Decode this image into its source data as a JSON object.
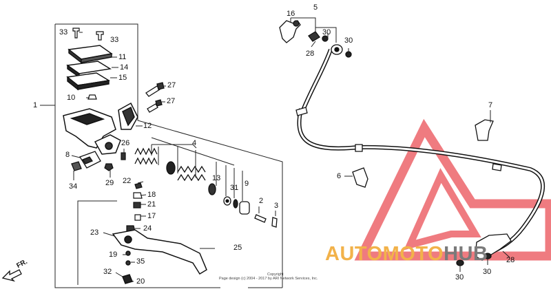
{
  "diagram": {
    "callouts": [
      {
        "id": "c33a",
        "text": "33"
      },
      {
        "id": "c33b",
        "text": "33"
      },
      {
        "id": "c11",
        "text": "11"
      },
      {
        "id": "c14",
        "text": "14"
      },
      {
        "id": "c15",
        "text": "15"
      },
      {
        "id": "c10",
        "text": "10"
      },
      {
        "id": "c1",
        "text": "1"
      },
      {
        "id": "c12",
        "text": "12"
      },
      {
        "id": "c27a",
        "text": "27"
      },
      {
        "id": "c27b",
        "text": "27"
      },
      {
        "id": "c26",
        "text": "26"
      },
      {
        "id": "c4",
        "text": "4"
      },
      {
        "id": "c8",
        "text": "8"
      },
      {
        "id": "c34",
        "text": "34"
      },
      {
        "id": "c29",
        "text": "29"
      },
      {
        "id": "c22",
        "text": "22"
      },
      {
        "id": "c18",
        "text": "18"
      },
      {
        "id": "c21",
        "text": "21"
      },
      {
        "id": "c17",
        "text": "17"
      },
      {
        "id": "c13",
        "text": "13"
      },
      {
        "id": "c31",
        "text": "31"
      },
      {
        "id": "c9",
        "text": "9"
      },
      {
        "id": "c2",
        "text": "2"
      },
      {
        "id": "c3",
        "text": "3"
      },
      {
        "id": "c23",
        "text": "23"
      },
      {
        "id": "c24",
        "text": "24"
      },
      {
        "id": "c25",
        "text": "25"
      },
      {
        "id": "c19",
        "text": "19"
      },
      {
        "id": "c35",
        "text": "35"
      },
      {
        "id": "c32",
        "text": "32"
      },
      {
        "id": "c20",
        "text": "20"
      },
      {
        "id": "c16",
        "text": "16"
      },
      {
        "id": "c5",
        "text": "5"
      },
      {
        "id": "c30a",
        "text": "30"
      },
      {
        "id": "c30b",
        "text": "30"
      },
      {
        "id": "c28a",
        "text": "28"
      },
      {
        "id": "c7",
        "text": "7"
      },
      {
        "id": "c6",
        "text": "6"
      },
      {
        "id": "c30c",
        "text": "30"
      },
      {
        "id": "c30d",
        "text": "30"
      },
      {
        "id": "c28b",
        "text": "28"
      }
    ],
    "direction_marker": "FR.",
    "copyright_line1": "Copyright",
    "copyright_line2": "Page design (c) 2004 - 2017 by ARI Network Services, Inc.",
    "watermark": {
      "part1": "AUTOMOTO",
      "part2": "HUB",
      "accent": "#f2b24a",
      "gray": "#7a7a7a",
      "triangle_color": "#e8434a"
    }
  }
}
